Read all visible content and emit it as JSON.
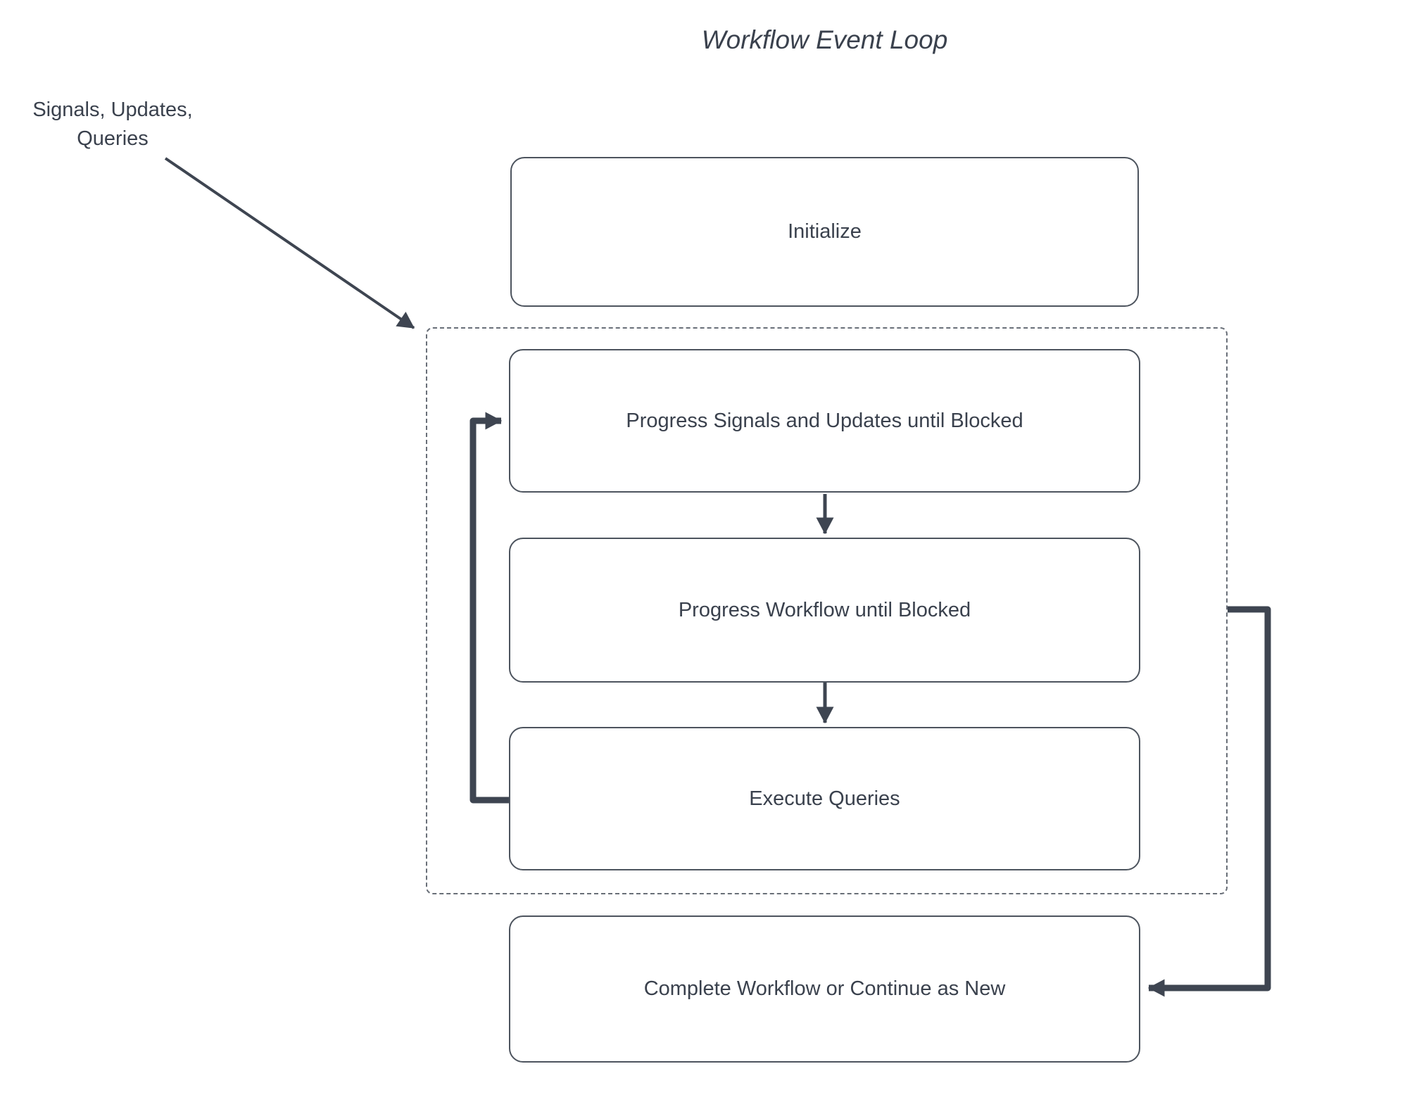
{
  "title": "Workflow Event Loop",
  "external_label": {
    "line1": "Signals, Updates,",
    "line2": "Queries"
  },
  "nodes": {
    "initialize": "Initialize",
    "progress_signals": "Progress Signals and Updates until Blocked",
    "progress_workflow": "Progress Workflow until Blocked",
    "execute_queries": "Execute Queries",
    "complete": "Complete Workflow or Continue as New"
  },
  "colors": {
    "stroke": "#3e4551",
    "text": "#3a414d",
    "box_border": "#4d545e",
    "dashed_border": "#696f78",
    "background": "#ffffff"
  }
}
